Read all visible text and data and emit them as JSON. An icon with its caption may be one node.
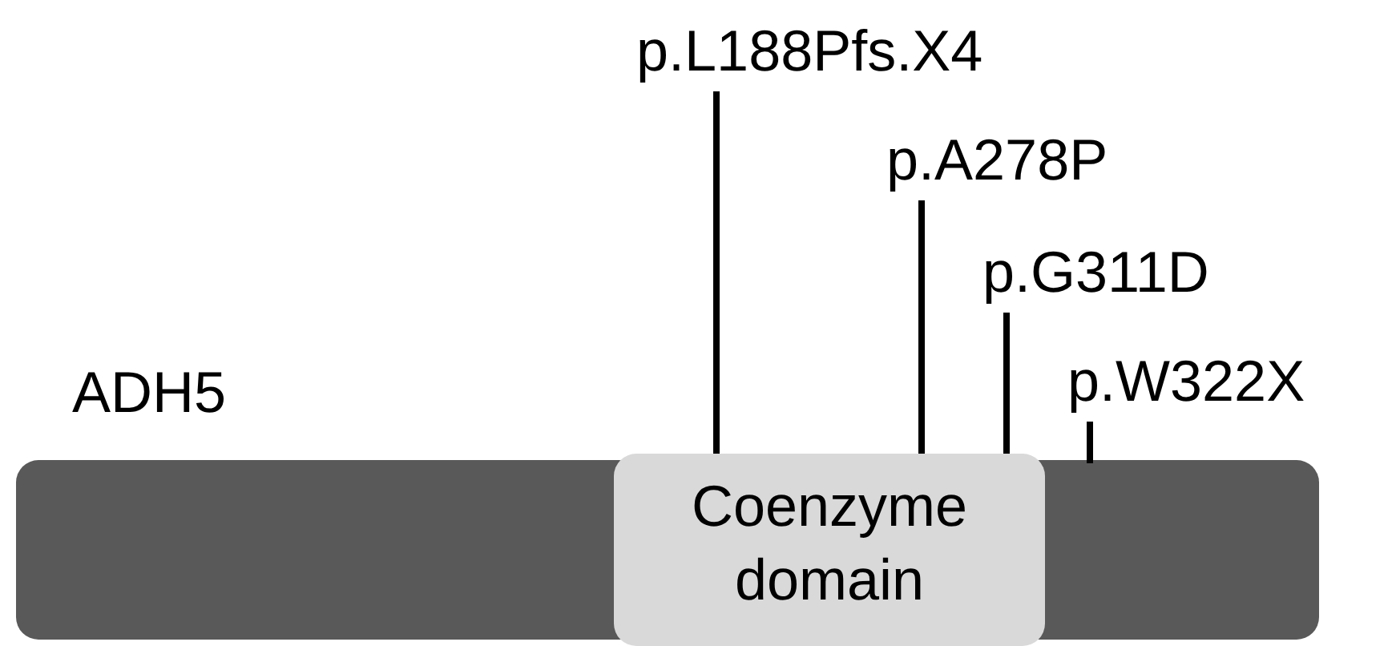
{
  "diagram": {
    "nodes": [
      {
        "text": [
          "ADH5"
        ]
      },
      {
        "text": [
          "Coenzyme domain"
        ],
        "in": 0
      },
      {
        "text": [
          "p.L188Pfs.X4"
        ]
      },
      {
        "text": [
          "p.A278P"
        ]
      },
      {
        "text": [
          "p.G311D"
        ]
      },
      {
        "text": [
          "p.W322X"
        ]
      }
    ],
    "edges": [
      {
        "from": 2,
        "to": 1,
        "arrow": "none"
      },
      {
        "from": 3,
        "to": 1,
        "arrow": "none"
      },
      {
        "from": 4,
        "to": 1,
        "arrow": "none"
      },
      {
        "from": 5,
        "to": 0,
        "arrow": "none"
      }
    ]
  }
}
